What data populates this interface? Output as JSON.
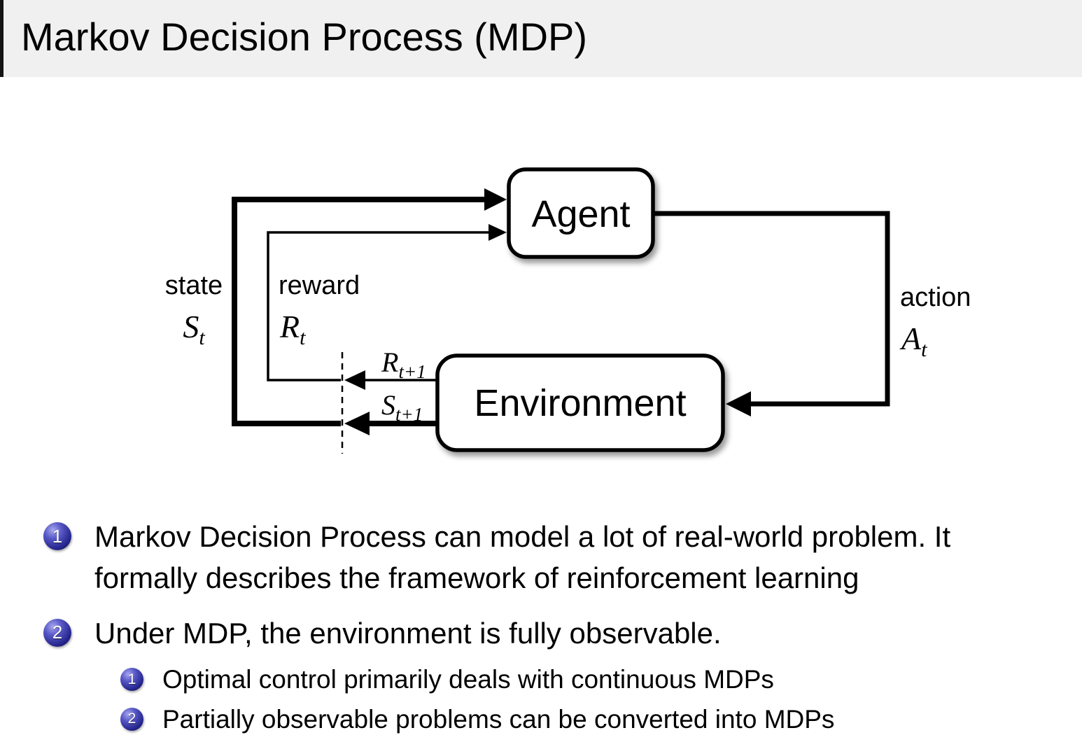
{
  "slide": {
    "title": "Markov Decision Process (MDP)"
  },
  "diagram": {
    "agent_label": "Agent",
    "environment_label": "Environment",
    "state_label": "state",
    "state_symbol": "S",
    "state_sub": "t",
    "reward_label": "reward",
    "reward_symbol": "R",
    "reward_sub": "t",
    "action_label": "action",
    "action_symbol": "A",
    "action_sub": "t",
    "next_reward_symbol": "R",
    "next_reward_sub": "t+1",
    "next_state_symbol": "S",
    "next_state_sub": "t+1"
  },
  "bullets": {
    "items": [
      {
        "number": "1",
        "text": "Markov Decision Process can model a lot of real-world problem. It formally describes the framework of reinforcement learning"
      },
      {
        "number": "2",
        "text": "Under MDP, the environment is fully observable."
      }
    ],
    "sub_items": [
      {
        "number": "1",
        "text": "Optimal control primarily deals with continuous MDPs"
      },
      {
        "number": "2",
        "text": "Partially observable problems can be converted into MDPs"
      }
    ]
  },
  "colors": {
    "title_bar_bg": "#f0f0f0",
    "title_edge": "#141414",
    "ball_blue": "#32329b",
    "diagram_stroke": "#000000",
    "box_fill": "#ffffff",
    "text": "#000000"
  }
}
